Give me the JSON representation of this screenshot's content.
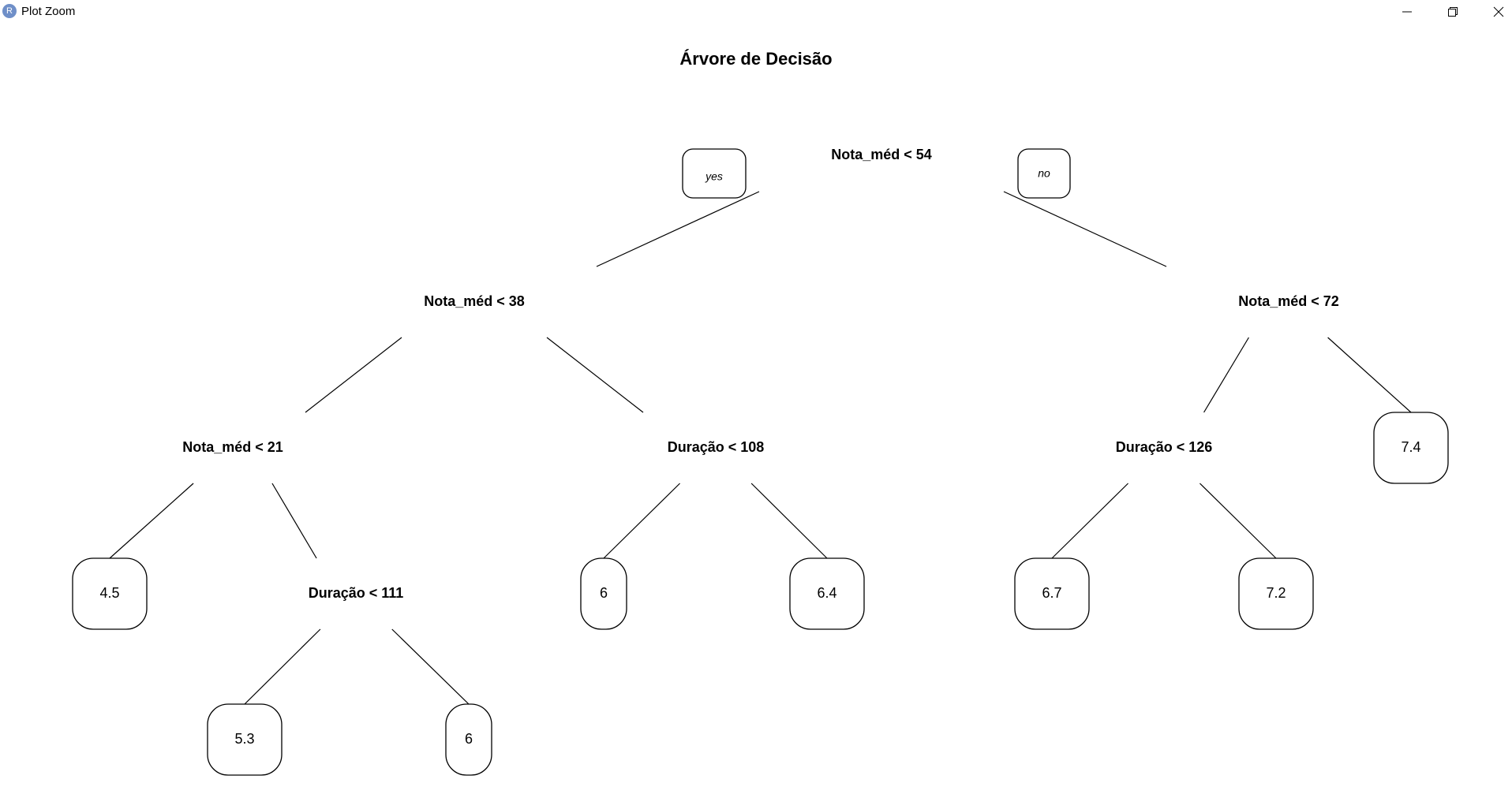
{
  "window": {
    "title": "Plot Zoom",
    "icon": "R",
    "controls": [
      "minimize-icon",
      "maximize-icon",
      "close-icon"
    ]
  },
  "plot": {
    "title": "Árvore de Decisão",
    "yes_label": "yes",
    "no_label": "no"
  },
  "tree": {
    "nodes": [
      {
        "id": "n1",
        "kind": "split",
        "label": "Nota_méd < 54"
      },
      {
        "id": "n2",
        "kind": "split",
        "label": "Nota_méd < 38"
      },
      {
        "id": "n3",
        "kind": "split",
        "label": "Nota_méd < 72"
      },
      {
        "id": "n4",
        "kind": "split",
        "label": "Nota_méd < 21"
      },
      {
        "id": "n5",
        "kind": "split",
        "label": "Duração < 108"
      },
      {
        "id": "n6",
        "kind": "split",
        "label": "Duração < 126"
      },
      {
        "id": "n7",
        "kind": "leaf",
        "label": "7.4"
      },
      {
        "id": "n8",
        "kind": "leaf",
        "label": "4.5"
      },
      {
        "id": "n9",
        "kind": "split",
        "label": "Duração < 111"
      },
      {
        "id": "n10",
        "kind": "leaf",
        "label": "6"
      },
      {
        "id": "n11",
        "kind": "leaf",
        "label": "6.4"
      },
      {
        "id": "n12",
        "kind": "leaf",
        "label": "6.7"
      },
      {
        "id": "n13",
        "kind": "leaf",
        "label": "7.2"
      },
      {
        "id": "n14",
        "kind": "leaf",
        "label": "5.3"
      },
      {
        "id": "n15",
        "kind": "leaf",
        "label": "6"
      }
    ],
    "edges": [
      [
        "n1",
        "n2"
      ],
      [
        "n1",
        "n3"
      ],
      [
        "n2",
        "n4"
      ],
      [
        "n2",
        "n5"
      ],
      [
        "n3",
        "n6"
      ],
      [
        "n3",
        "n7"
      ],
      [
        "n4",
        "n8"
      ],
      [
        "n4",
        "n9"
      ],
      [
        "n5",
        "n10"
      ],
      [
        "n5",
        "n11"
      ],
      [
        "n6",
        "n12"
      ],
      [
        "n6",
        "n13"
      ],
      [
        "n9",
        "n14"
      ],
      [
        "n9",
        "n15"
      ]
    ]
  }
}
